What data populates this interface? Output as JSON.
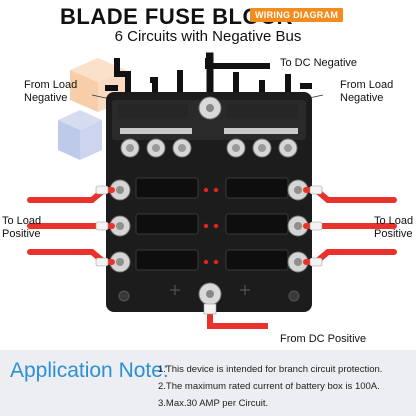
{
  "header": {
    "title": "BLADE FUSE BLOCK",
    "badge": "WIRING DIAGRAM",
    "subtitle": "6 Circuits with Negative Bus"
  },
  "labels": {
    "to_dc_negative": "To DC Negative",
    "from_load_negative_left": [
      "From Load",
      "Negative"
    ],
    "from_load_negative_right": [
      "From Load",
      "Negative"
    ],
    "to_load_positive_left": [
      "To Load",
      "Positive"
    ],
    "to_load_positive_right": [
      "To Load",
      "Positive"
    ],
    "from_dc_positive": "From DC Positive"
  },
  "application_note": {
    "heading": "Application Note:",
    "items": [
      "1.This device is intended for branch circuit protection.",
      "2.The maximum rated current of battery box is 100A.",
      "3.Max.30 AMP per Circuit."
    ]
  },
  "colors": {
    "badge": "#f28c1e",
    "note_heading": "#2d8fd6",
    "positive_wire": "#e8322b",
    "negative_wire": "#111111",
    "body": "#1c1c1c",
    "watermark": "#f5b27a"
  }
}
